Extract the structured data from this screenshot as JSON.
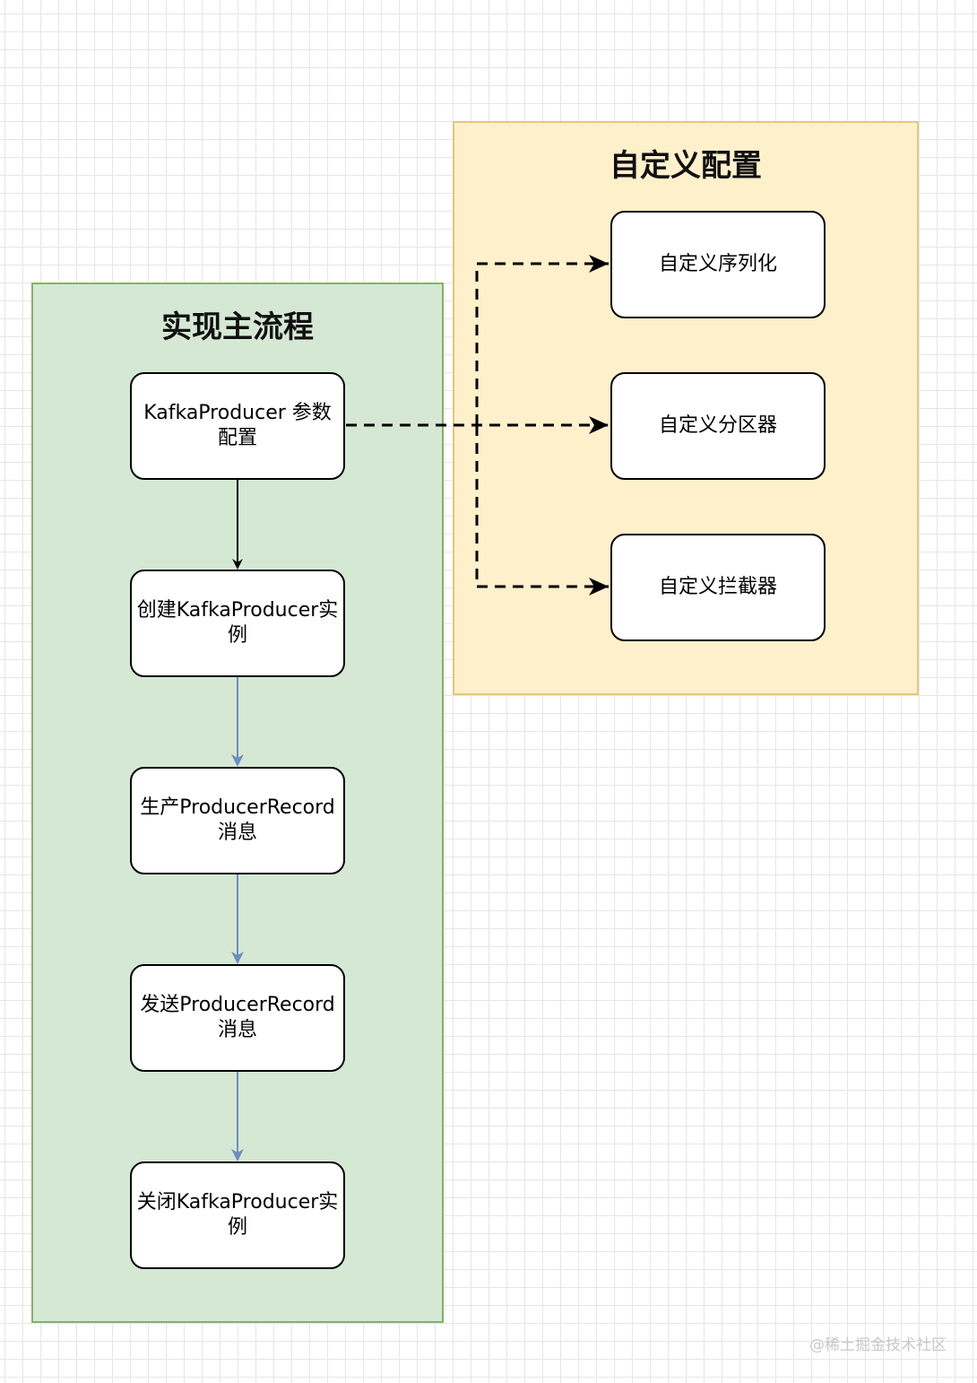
{
  "groups": {
    "main": {
      "title": "实现主流程"
    },
    "custom": {
      "title": "自定义配置"
    }
  },
  "nodes": {
    "config": "KafkaProducer 参数配置",
    "create": "创建KafkaProducer实例",
    "produce": "生产ProducerRecord消息",
    "send": "发送ProducerRecord消息",
    "close": "关闭KafkaProducer实例",
    "serializer": "自定义序列化",
    "partitioner": "自定义分区器",
    "interceptor": "自定义拦截器"
  },
  "watermark": "@稀土掘金技术社区",
  "colors": {
    "main_fill": "#d5e8d4",
    "main_border": "#82b366",
    "custom_fill": "#fff0cc",
    "custom_border": "#e3c77f",
    "flow_edge": "#6c8ebf",
    "dashed_edge": "#000000"
  }
}
